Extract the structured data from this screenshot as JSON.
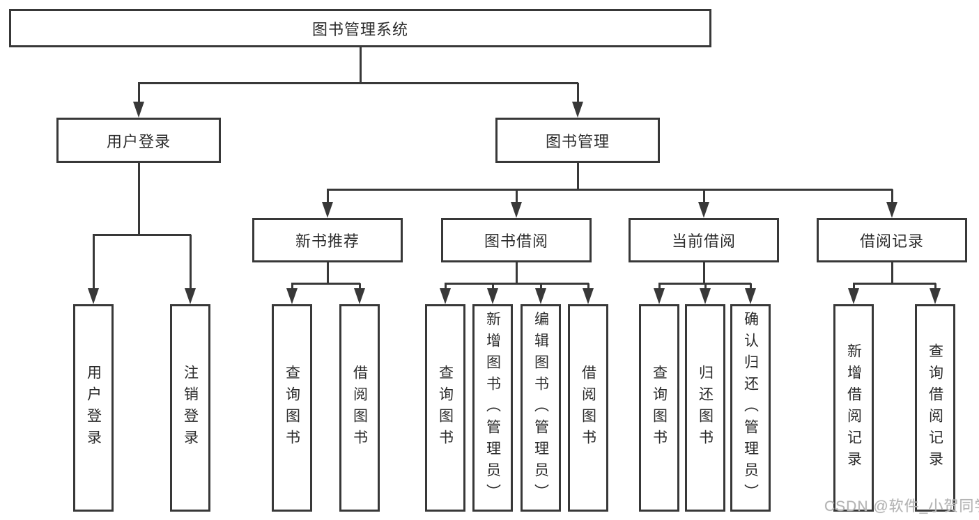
{
  "nodes": {
    "root": "图书管理系统",
    "user_login": "用户登录",
    "book_mgmt": "图书管理",
    "new_book_rec": "新书推荐",
    "book_borrow": "图书借阅",
    "current_borrow": "当前借阅",
    "borrow_record": "借阅记录",
    "leaf_user_login": "用户登录",
    "leaf_logout": "注销登录",
    "leaf_query_book_1": "查询图书",
    "leaf_borrow_book_1": "借阅图书",
    "leaf_query_book_2": "查询图书",
    "leaf_add_book_admin": "新增图书（管理员）",
    "leaf_edit_book_admin": "编辑图书（管理员）",
    "leaf_borrow_book_2": "借阅图书",
    "leaf_query_book_3": "查询图书",
    "leaf_return_book": "归还图书",
    "leaf_confirm_return_admin": "确认归还（管理员）",
    "leaf_add_borrow_record": "新增借阅记录",
    "leaf_query_borrow_record": "查询借阅记录"
  },
  "colors": {
    "line": "#383838",
    "text": "#2b2b2b",
    "watermark": "#b3b3b3"
  },
  "watermark": "CSDN @软件_小贺同学"
}
